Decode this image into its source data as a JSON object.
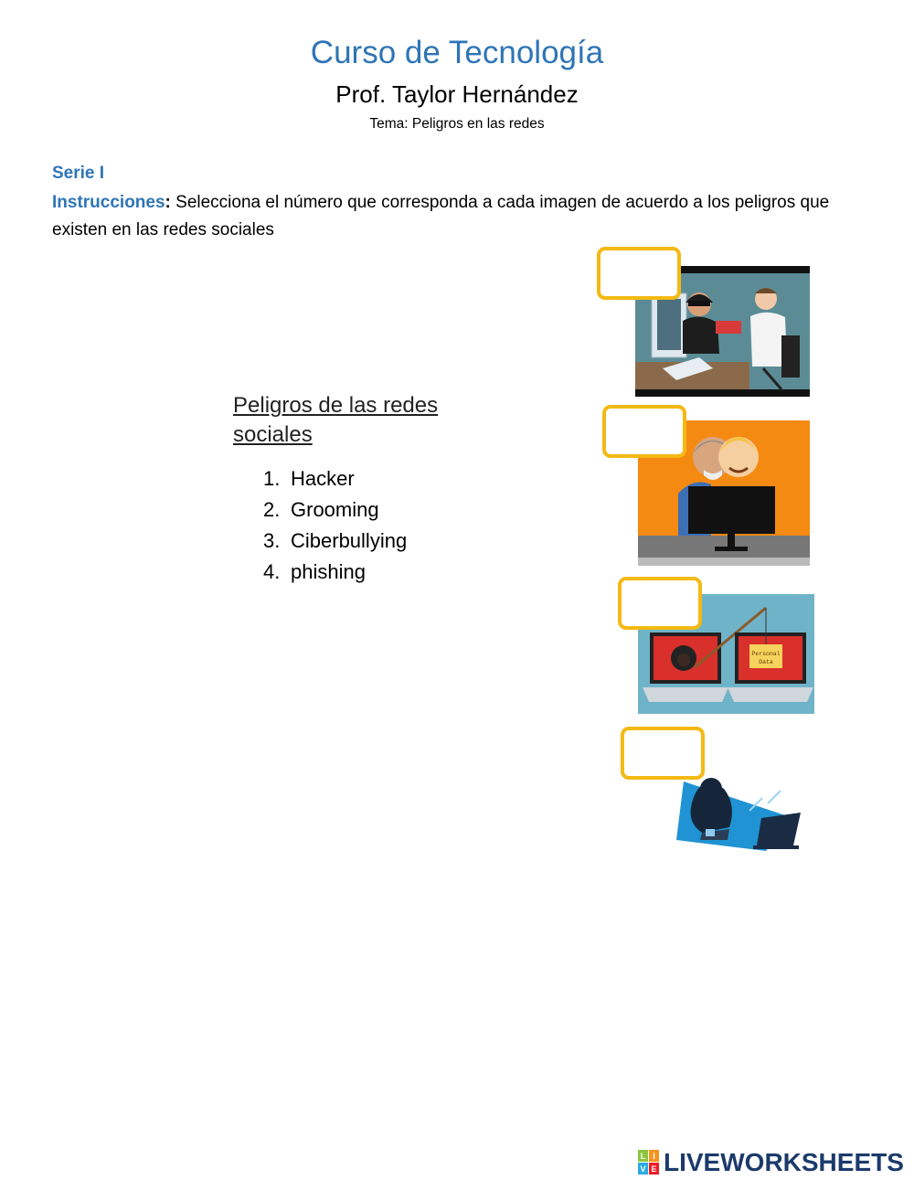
{
  "header": {
    "title": "Curso de Tecnología",
    "teacher": "Prof. Taylor Hernández",
    "topic": "Tema: Peligros en las redes"
  },
  "series": {
    "label": "Serie I",
    "instructions_label": "Instrucciones",
    "instructions_colon": ":",
    "instructions_text": " Selecciona el número que corresponda a cada imagen de acuerdo a los peligros que existen en las redes sociales"
  },
  "dangers": {
    "heading": "Peligros de las redes sociales",
    "items": [
      {
        "num": "1.",
        "label": "Hacker"
      },
      {
        "num": "2.",
        "label": "Grooming"
      },
      {
        "num": "3.",
        "label": "Ciberbullying"
      },
      {
        "num": "4.",
        "label": "phishing"
      }
    ]
  },
  "images": [
    {
      "icon": "credit-card-theft-illustration",
      "answer": ""
    },
    {
      "icon": "grooming-illustration",
      "answer": ""
    },
    {
      "icon": "phishing-illustration",
      "answer": "",
      "note_text": "Personal Data"
    },
    {
      "icon": "cyberbullying-illustration",
      "answer": ""
    }
  ],
  "footer": {
    "brand": "LIVEWORKSHEETS",
    "logo_letters": "LIVE"
  },
  "colors": {
    "accent_blue": "#2e75b6",
    "box_border": "#f4b914",
    "brand_navy": "#1c3a6b"
  }
}
